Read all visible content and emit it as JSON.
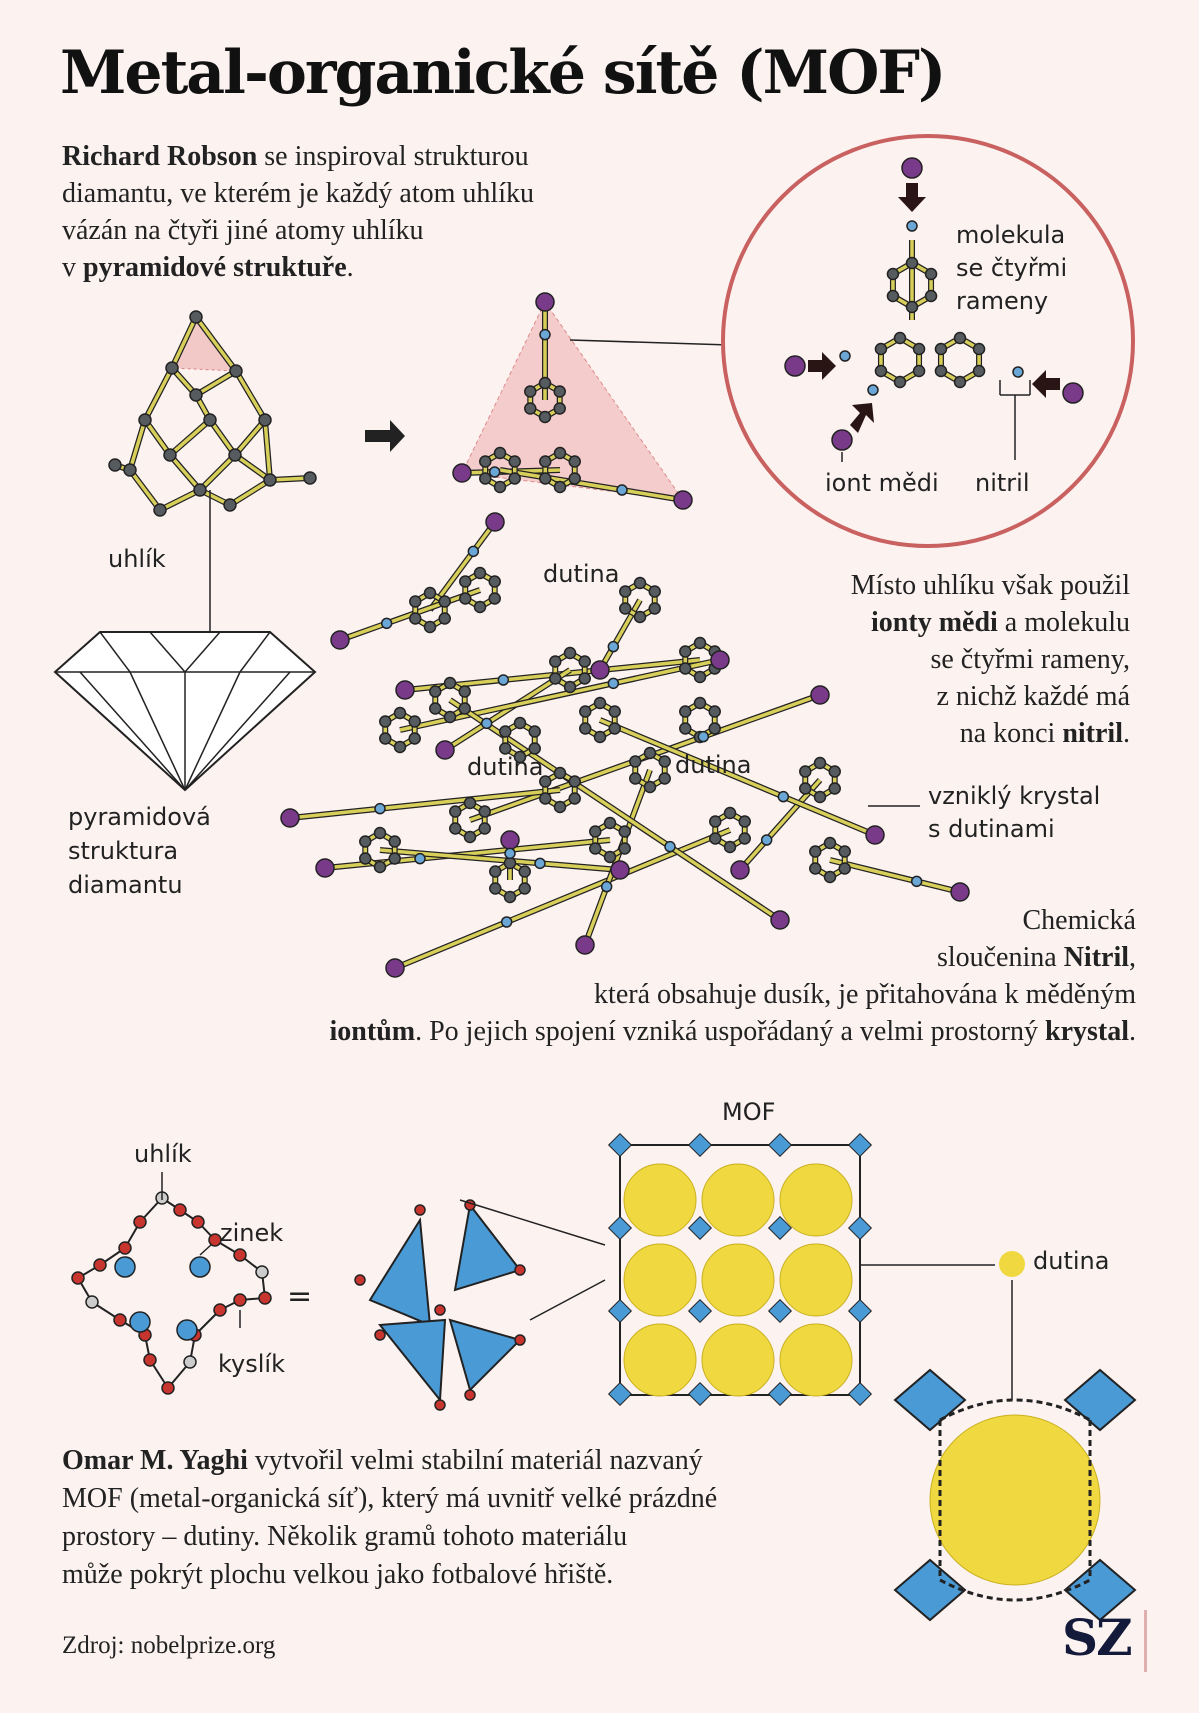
{
  "title": "Metal-organické sítě (MOF)",
  "intro": {
    "name": "Richard Robson",
    "line1_rest": " se inspiroval strukturou",
    "line2": "diamantu, ve kterém je každý atom uhlíku",
    "line3": "vázán na čtyři jiné atomy uhlíku",
    "line4_pre": "v ",
    "line4_bold": "pyramidové struktuře",
    "line4_post": "."
  },
  "labels": {
    "carbon": "uhlík",
    "diamond_structure": [
      "pyramidová",
      "struktura",
      "diamantu"
    ],
    "molecule": [
      "molekula",
      "se čtyřmi",
      "rameny"
    ],
    "copper_ion": "iont mědi",
    "nitrile": "nitril",
    "cavity": "dutina",
    "crystal": [
      "vzniklý krystal",
      "s dutinami"
    ],
    "mof": "MOF",
    "carbon_bottom": "uhlík",
    "zinc": "zinek",
    "oxygen": "kyslík",
    "equals": "=",
    "cavity_bottom": "dutina"
  },
  "copper_text": {
    "l1": "Místo uhlíku však použil",
    "l2_bold": "ionty mědi",
    "l2_rest": " a molekulu",
    "l3": "se čtyřmi rameny,",
    "l4": "z nichž každé má",
    "l5_pre": "na konci ",
    "l5_bold": "nitril",
    "l5_post": "."
  },
  "nitrile_text": {
    "l1": "Chemická",
    "l2_pre": "sloučenina ",
    "l2_bold": "Nitril",
    "l2_post": ",",
    "l3": "která obsahuje dusík, je přitahována k měděným",
    "l4_bold1": "iontům",
    "l4_mid": ". Po jejich spojení vzniká uspořádaný a velmi prostorný ",
    "l4_bold2": "krystal",
    "l4_post": "."
  },
  "yaghi_text": {
    "name": "Omar M. Yaghi",
    "l1_rest": " vytvořil velmi stabilní materiál nazvaný",
    "l2": "MOF (metal-organická síť), který má uvnitř velké prázdné",
    "l3": "prostory – dutiny. Několik gramů tohoto materiálu",
    "l4": "může pokrýt plochu velkou jako fotbalové hřiště."
  },
  "source": "Zdroj: nobelprize.org",
  "logo": "SZ",
  "colors": {
    "background": "#fcf3f1",
    "circle": "#c8615f",
    "copper": "#7a3a8a",
    "nitrogen": "#6aa6d6",
    "carbon_atom": "#555b5e",
    "bond": "#d8cf5a",
    "zinc_blue": "#4a9ad6",
    "oxygen_red": "#c8352e",
    "cavity_yellow": "#f0d840",
    "pyramid": "#f0b8b8"
  }
}
